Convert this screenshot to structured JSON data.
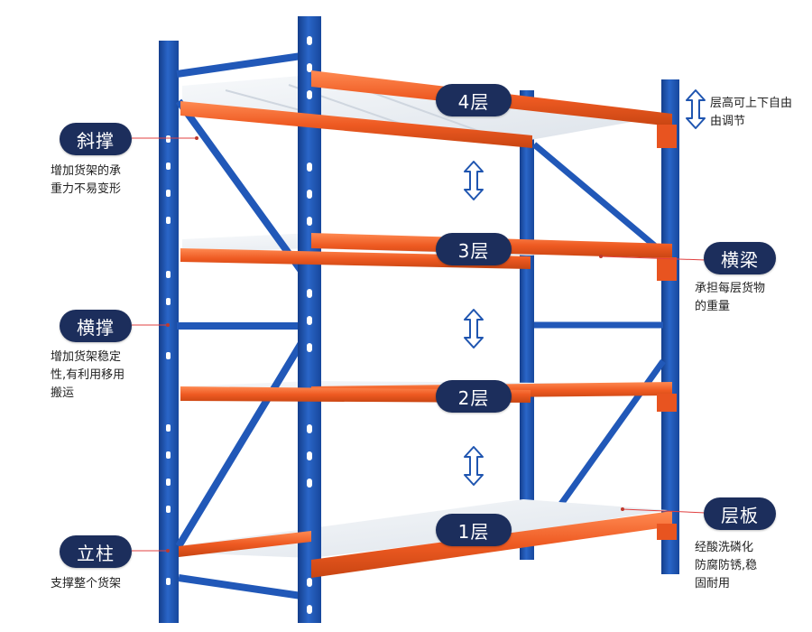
{
  "levels": {
    "level4": "4层",
    "level3": "3层",
    "level2": "2层",
    "level1": "1层"
  },
  "parts": {
    "diagonal_brace": {
      "label": "斜撑",
      "desc_lines": [
        "增加货架的承",
        "重力不易变形"
      ]
    },
    "horizontal_brace": {
      "label": "横撑",
      "desc_lines": [
        "增加货架稳定",
        "性,有利用移用",
        "搬运"
      ]
    },
    "upright": {
      "label": "立柱",
      "desc_lines": [
        "支撑整个货架"
      ]
    },
    "beam": {
      "label": "横梁",
      "desc_lines": [
        "承担每层货物",
        "的重量"
      ]
    },
    "shelf_panel": {
      "label": "层板",
      "desc_lines": [
        "经酸洗磷化",
        "防腐防锈,稳",
        "固耐用"
      ]
    }
  },
  "height_note": {
    "desc_lines": [
      "层高可上下自由",
      "由调节"
    ]
  },
  "icons": {
    "adjust_arrow": "double-vertical-arrow-icon"
  },
  "colors": {
    "frame_blue": "#1f55b0",
    "beam_orange": "#ee5a22",
    "pill_navy": "#1c2e5c",
    "shelf_white": "#eef1f5"
  }
}
